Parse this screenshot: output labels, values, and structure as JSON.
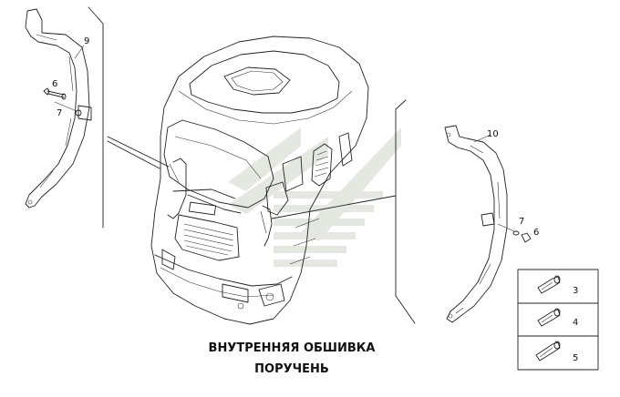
{
  "callouts": {
    "c3": "3",
    "c4": "4",
    "c5": "5",
    "c6_left": "6",
    "c6_right": "6",
    "c7_left": "7",
    "c7_right": "7",
    "c9": "9",
    "c10": "10"
  },
  "caption": {
    "line1": "ВНУТРЕННЯЯ ОБШИВКА",
    "line2": "ПОРУЧЕНЬ"
  },
  "colors": {
    "line": "#222222",
    "watermark": "#cfd6c8"
  }
}
